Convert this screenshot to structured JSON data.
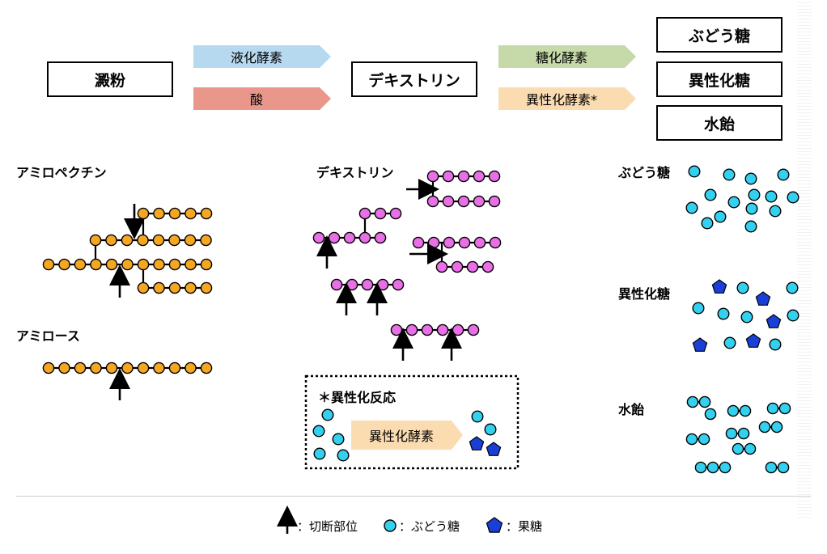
{
  "process": {
    "starch": "澱粉",
    "liquefying_enzyme": "液化酵素",
    "acid": "酸",
    "dextrin": "デキストリン",
    "saccharifying_enzyme": "糖化酵素",
    "isomerase_star": "異性化酵素*",
    "glucose": "ぶどう糖",
    "isomerized_sugar": "異性化糖",
    "syrup": "水飴"
  },
  "sections": {
    "amylopectin": "アミロペクチン",
    "amylose": "アミロース",
    "dextrin": "デキストリン",
    "glucose": "ぶどう糖",
    "isomerized_sugar": "異性化糖",
    "syrup": "水飴",
    "isomerization_title": "＊異性化反応",
    "isomerase": "異性化酵素"
  },
  "legend": {
    "cut_site": "：切断部位",
    "glucose": "：ぶどう糖",
    "fructose": "：果糖"
  },
  "colors": {
    "liquefying_enzyme": "#b7d9f0",
    "acid": "#e8978a",
    "saccharifying_enzyme": "#c6d9a8",
    "isomerase": "#fbdcb0",
    "amylose_unit": "#f5a623",
    "dextrin_unit": "#e96fe6",
    "glucose": "#33d1ef",
    "fructose": "#1a3fd6"
  }
}
